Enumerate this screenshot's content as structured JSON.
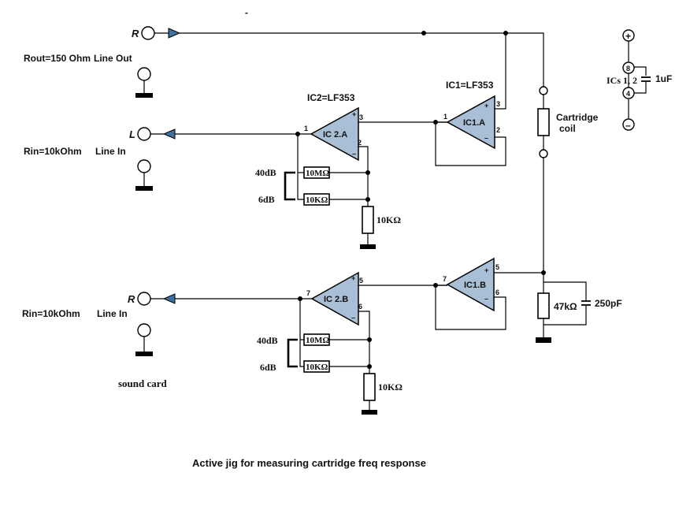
{
  "title": "Active jig for measuring cartridge freq response",
  "sound_card_label": "sound card",
  "jacks": {
    "r_out": "R",
    "l_in": "L",
    "r_in": "R"
  },
  "side_labels": {
    "rout": "Rout=150 Ohm",
    "line_out": "Line Out",
    "rin_top": "Rin=10kOhm",
    "line_in_top": "Line In",
    "rin_bottom": "Rin=10kOhm",
    "line_in_bottom": "Line In"
  },
  "ics": {
    "ic2_name": "IC2=LF353",
    "ic1_name": "IC1=LF353",
    "ic2a": "IC 2.A",
    "ic1a": "IC1.A",
    "ic2b": "IC 2.B",
    "ic1b": "IC1.B"
  },
  "pins": {
    "p1a": "1",
    "p3a": "3",
    "p2a": "2",
    "p1c": "1",
    "p3c": "3",
    "p2c": "2",
    "p7a": "7",
    "p5a": "5",
    "p6a": "6",
    "p7c": "7",
    "p5c": "5",
    "p6c": "6",
    "plus": "+",
    "minus": "–"
  },
  "gain": {
    "db40_top": "40dB",
    "db6_top": "6dB",
    "db40_bot": "40dB",
    "db6_bot": "6dB"
  },
  "resistors": {
    "r10m_top": "10MΩ",
    "r10k_top": "10KΩ",
    "r10kg_top": "10KΩ",
    "r10m_bot": "10MΩ",
    "r10k_bot": "10KΩ",
    "r10kg_bot": "10KΩ",
    "r47k": "47kΩ",
    "c250": "250pF"
  },
  "cartridge": {
    "line1": "Cartridge",
    "line2": "coil"
  },
  "supply": {
    "pin8": "8",
    "pin4": "4",
    "ics_label": "ICs 1, 2",
    "cap": "1uF",
    "plus": "+",
    "minus": "–"
  },
  "stray_mark": "-"
}
